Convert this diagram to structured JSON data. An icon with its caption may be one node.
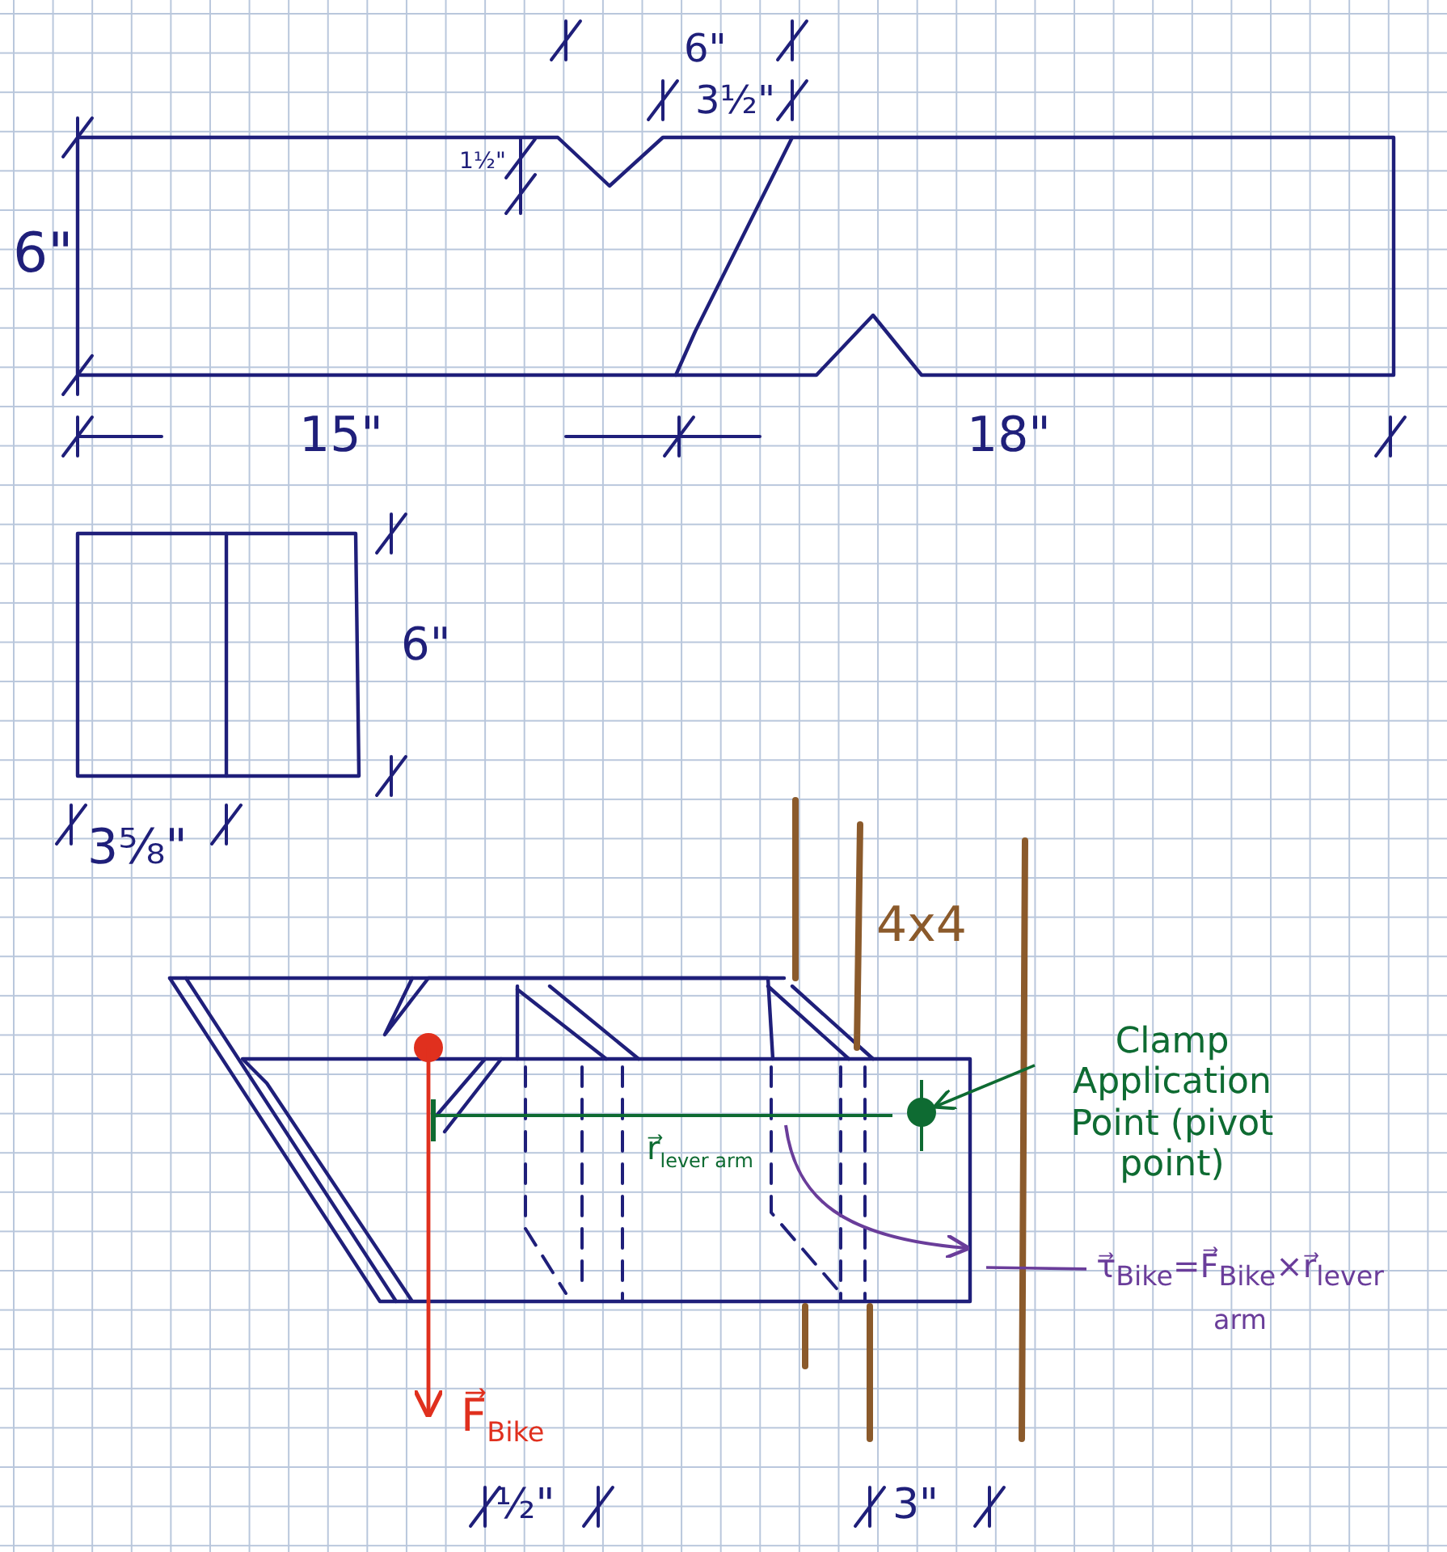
{
  "diagram": {
    "nodes": [
      {
        "text": [
          "Clamp Application Point (pivot point)"
        ]
      },
      {
        "text": [],
        "shape": "circle"
      },
      {
        "text": [
          "τ⃗$_{Bike}$=F⃗$_{Bike}$×r⃗$_{lever arm}$"
        ]
      },
      {
        "text": [],
        "shape": "arrow"
      }
    ],
    "edges": [
      {
        "from": 0,
        "to": 1,
        "arrow": "to"
      },
      {
        "from": 2,
        "to": 3,
        "arrow": "none",
        "color": "#6a3d9a"
      }
    ],
    "labels": [
      "6\"",
      "3½\"",
      "1½\"",
      "6\"",
      "15\"",
      "18\"",
      "6\"",
      "3⅝\"",
      "4x4",
      "r⃗$_{lever arm}$",
      "F⃗$_{Bike}$",
      "½\"",
      "3\""
    ]
  }
}
